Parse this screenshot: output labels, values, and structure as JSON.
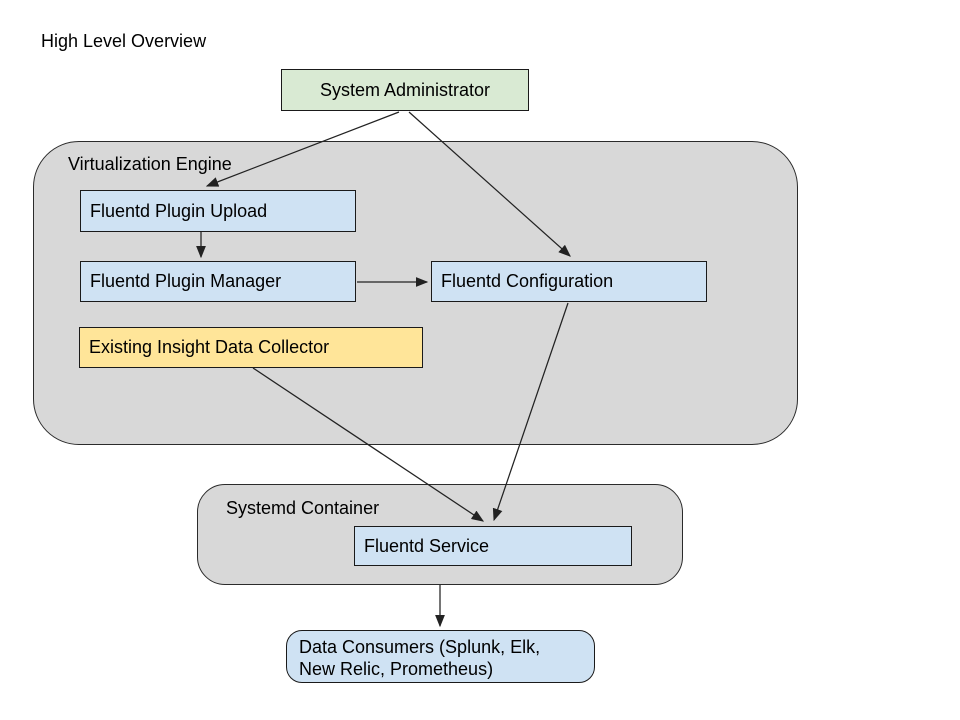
{
  "page": {
    "title": "High Level Overview",
    "background": "#ffffff"
  },
  "groups": {
    "virtualization_engine": {
      "label": "Virtualization Engine",
      "fill": "#d8d8d8"
    },
    "systemd_container": {
      "label": "Systemd Container",
      "fill": "#d8d8d8"
    }
  },
  "nodes": {
    "system_administrator": {
      "label": "System Administrator",
      "fill": "#d9ead3",
      "shape": "rect"
    },
    "fluentd_plugin_upload": {
      "label": "Fluentd Plugin Upload",
      "fill": "#cfe2f3",
      "shape": "rect"
    },
    "fluentd_plugin_manager": {
      "label": "Fluentd Plugin Manager",
      "fill": "#cfe2f3",
      "shape": "rect"
    },
    "fluentd_configuration": {
      "label": "Fluentd Configuration",
      "fill": "#cfe2f3",
      "shape": "rect"
    },
    "existing_insight_data_collector": {
      "label": "Existing Insight Data Collector",
      "fill": "#ffe599",
      "shape": "rect"
    },
    "fluentd_service": {
      "label": "Fluentd Service",
      "fill": "#cfe2f3",
      "shape": "rect"
    },
    "data_consumers": {
      "label": "Data Consumers (Splunk, Elk, New Relic, Prometheus)",
      "label_line1": "Data Consumers (Splunk, Elk,",
      "label_line2": "New Relic, Prometheus)",
      "fill": "#cfe2f3",
      "shape": "rounded-rect"
    }
  },
  "edges": [
    {
      "from": "system_administrator",
      "to": "fluentd_plugin_upload"
    },
    {
      "from": "system_administrator",
      "to": "fluentd_configuration"
    },
    {
      "from": "fluentd_plugin_upload",
      "to": "fluentd_plugin_manager"
    },
    {
      "from": "fluentd_plugin_manager",
      "to": "fluentd_configuration"
    },
    {
      "from": "existing_insight_data_collector",
      "to": "fluentd_service"
    },
    {
      "from": "fluentd_configuration",
      "to": "fluentd_service"
    },
    {
      "from": "fluentd_service",
      "to": "data_consumers"
    }
  ],
  "style": {
    "line_color": "#222222",
    "text_color": "#000000"
  }
}
